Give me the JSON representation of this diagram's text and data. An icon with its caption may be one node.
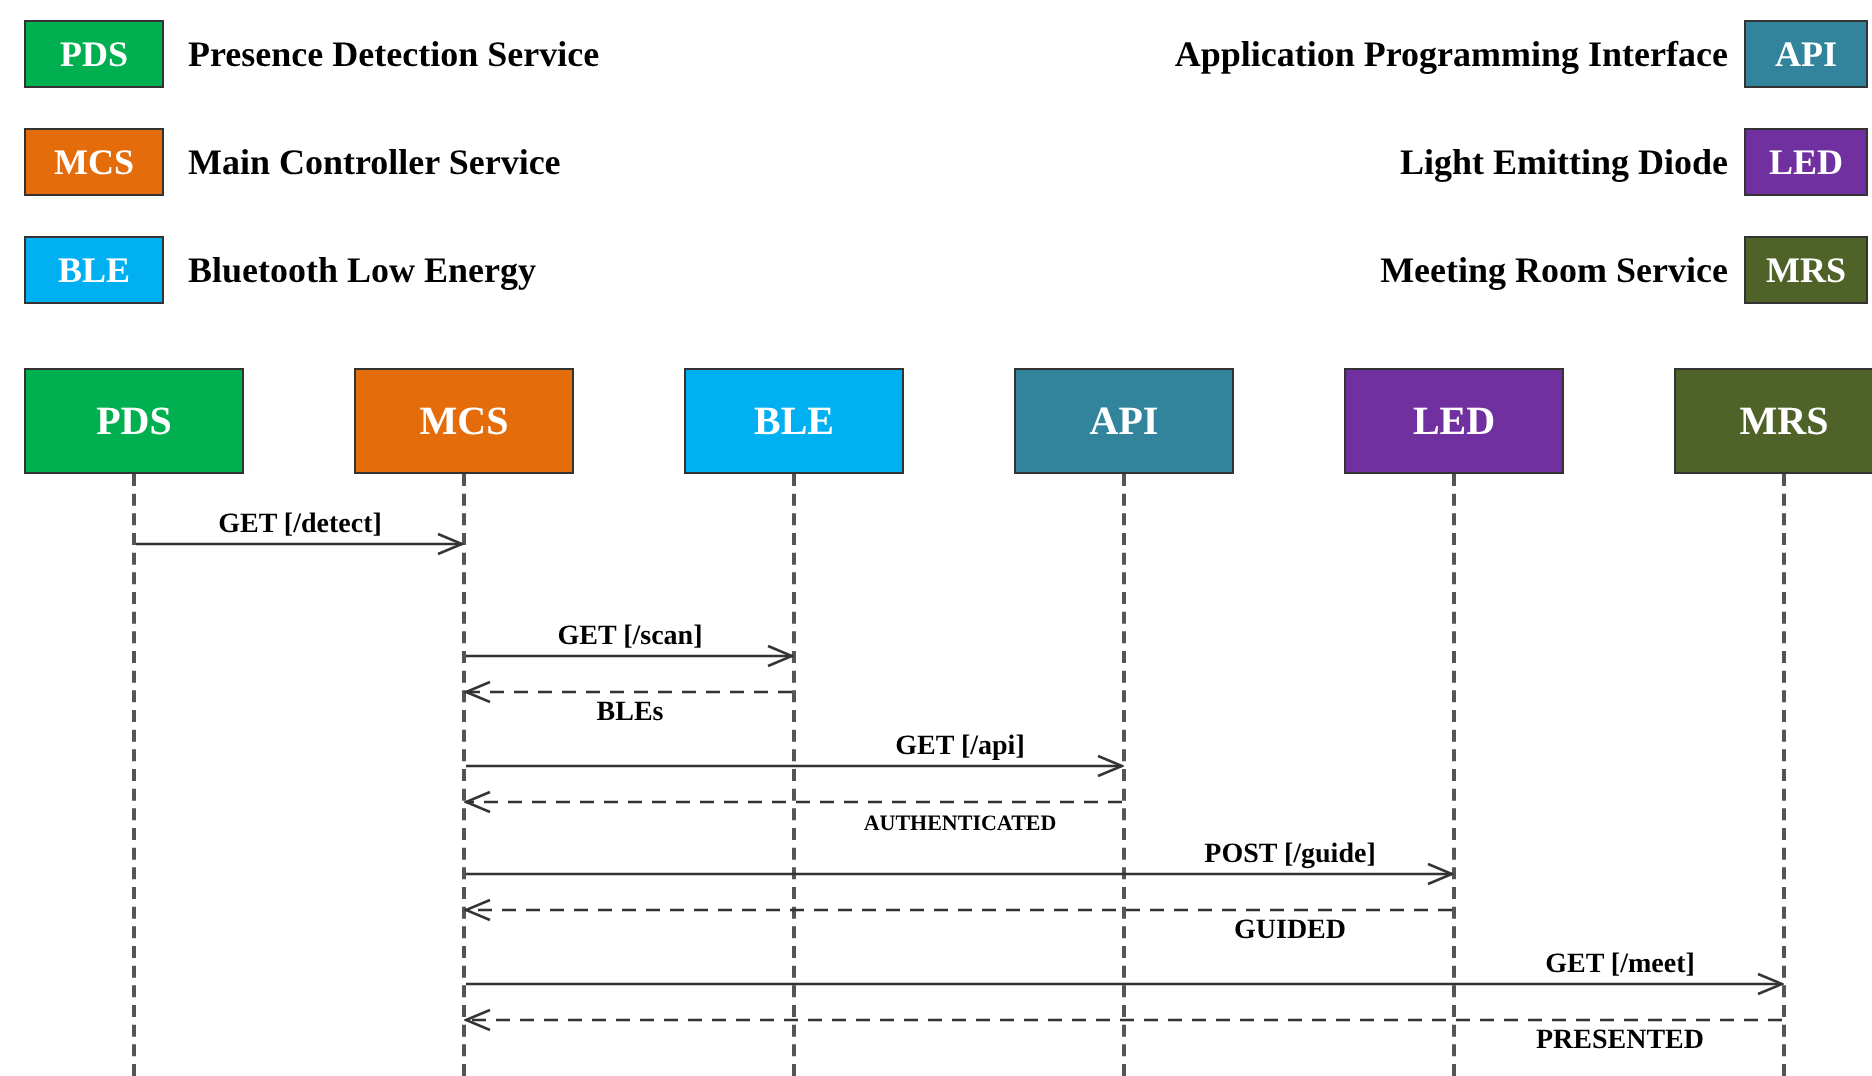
{
  "diagram": {
    "nodes": [
      {
        "text": [
          "PDS"
        ],
        "beside": [
          "Presence Detection Service"
        ]
      },
      {
        "text": [
          "MCS"
        ],
        "beside": [
          "Main Controller Service"
        ]
      },
      {
        "text": [
          "BLE"
        ],
        "beside": [
          "Bluetooth Low Energy"
        ]
      },
      {
        "text": [
          "API"
        ],
        "beside": [
          "Application Programming Interface"
        ]
      },
      {
        "text": [
          "LED"
        ],
        "beside": [
          "Light Emitting Diode"
        ]
      },
      {
        "text": [
          "MRS"
        ],
        "beside": [
          "Meeting Room Service"
        ]
      },
      {
        "text": [
          "PDS"
        ]
      },
      {
        "text": [
          "MCS"
        ]
      },
      {
        "text": [
          "BLE"
        ]
      },
      {
        "text": [
          "API"
        ]
      },
      {
        "text": [
          "LED"
        ]
      },
      {
        "text": [
          "MRS"
        ]
      },
      {
        "text": [],
        "shape": "line"
      },
      {
        "text": [],
        "shape": "line"
      },
      {
        "text": [],
        "shape": "line"
      },
      {
        "text": [],
        "shape": "line"
      },
      {
        "text": [],
        "shape": "line"
      },
      {
        "text": [],
        "shape": "line"
      }
    ],
    "edges": [
      {
        "from": 12,
        "to": 13,
        "arrow": "to",
        "label": "GET [/detect]"
      },
      {
        "from": 13,
        "to": 14,
        "arrow": "to",
        "label": "GET [/scan]"
      },
      {
        "from": 14,
        "to": 13,
        "arrow": "to",
        "label": "BLEs",
        "style": "dashed"
      },
      {
        "from": 13,
        "to": 15,
        "arrow": "to",
        "label": "GET [/api]"
      },
      {
        "from": 15,
        "to": 13,
        "arrow": "to",
        "label": "AUTHENTICATED",
        "style": "dashed"
      },
      {
        "from": 13,
        "to": 16,
        "arrow": "to",
        "label": "POST [/guide]"
      },
      {
        "from": 16,
        "to": 13,
        "arrow": "to",
        "label": "GUIDED",
        "style": "dashed"
      },
      {
        "from": 13,
        "to": 17,
        "arrow": "to",
        "label": "GET [/meet]"
      },
      {
        "from": 17,
        "to": 13,
        "arrow": "to",
        "label": "PRESENTED",
        "style": "dashed"
      }
    ]
  }
}
